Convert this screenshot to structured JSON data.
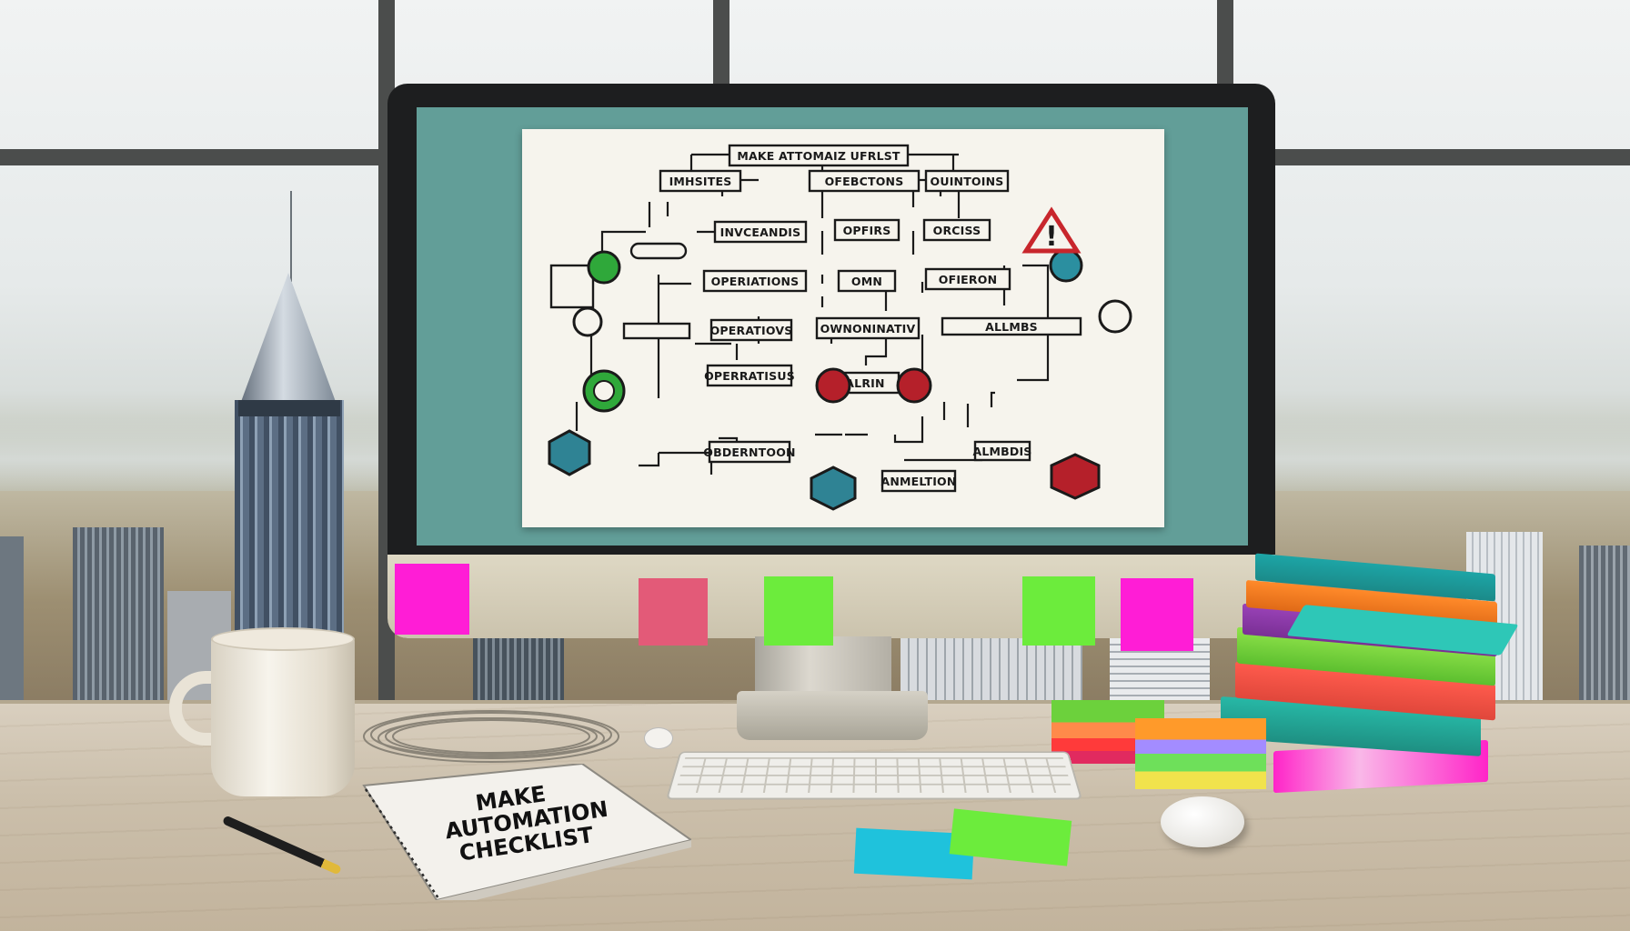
{
  "scene": {
    "setting": "office desk in front of high-rise window overlooking a city skyline"
  },
  "monitor_screen": {
    "diagram_title": "MAKE ATTOMAIZ UFRLST",
    "row1": [
      "IMHSITES",
      "OFEBCTONS",
      "OUINTOINS"
    ],
    "row2": [
      "INVCEANDIS",
      "OPFIRS",
      "ORCISS"
    ],
    "row3": [
      "OPERIATIONS",
      "OMN",
      "OFIERON"
    ],
    "row4": [
      "OPERATIOVS",
      "OWNONINATIV",
      "ALLMBS"
    ],
    "row5": [
      "OPERRATISUS",
      "ALRIN"
    ],
    "row6": [
      "OBDERNTOON",
      "ALMBDIS"
    ],
    "row7": [
      "ANMELTION"
    ]
  },
  "notebook": {
    "line1": "MAKE",
    "line2": "AUTOMATION",
    "line3": "CHECKLIST"
  },
  "colors": {
    "screen_bg": "#629e98",
    "node_border": "#1a1a1a",
    "green_node": "#2fa83a",
    "red_node": "#b5202a",
    "teal_node": "#2b8fa0",
    "warning": "#c8262c",
    "sticky_magenta": "#ff1dd6",
    "sticky_pink": "#e35a78",
    "sticky_green": "#6cec3c",
    "sticky_cyan": "#1fc2dc"
  }
}
